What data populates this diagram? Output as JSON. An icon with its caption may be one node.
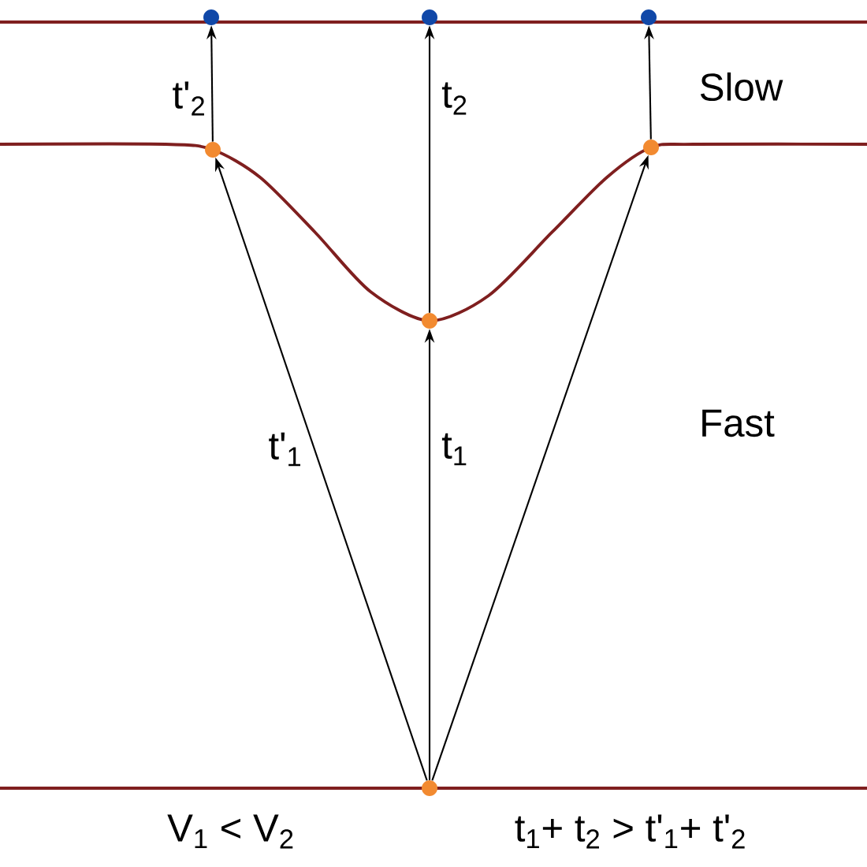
{
  "diagram": {
    "nodes": [
      {
        "text": [],
        "shape": "circle"
      },
      {
        "text": [],
        "shape": "circle"
      },
      {
        "text": [],
        "shape": "circle"
      },
      {
        "text": [],
        "shape": "circle"
      },
      {
        "text": [],
        "shape": "circle"
      },
      {
        "text": [],
        "shape": "circle"
      },
      {
        "text": [],
        "shape": "circle"
      }
    ],
    "edges": [
      {
        "from": 6,
        "to": 3,
        "arrow": "to",
        "label": "t'$_{1}$"
      },
      {
        "from": 6,
        "to": 5,
        "arrow": "to",
        "label": "t$_{1}$"
      },
      {
        "from": 6,
        "to": 4,
        "arrow": "to"
      },
      {
        "from": 3,
        "to": 0,
        "arrow": "to",
        "label": "t'$_{2}$"
      },
      {
        "from": 5,
        "to": 1,
        "arrow": "to",
        "label": "t$_{2}$"
      },
      {
        "from": 4,
        "to": 2,
        "arrow": "to"
      }
    ],
    "labels": [
      "Slow",
      "Fast",
      "V$_{1}$ < V$_{2}$",
      "t$_{1}$+ t$_{2}$ > t'$_{1}$+ t'$_{2}$"
    ]
  }
}
